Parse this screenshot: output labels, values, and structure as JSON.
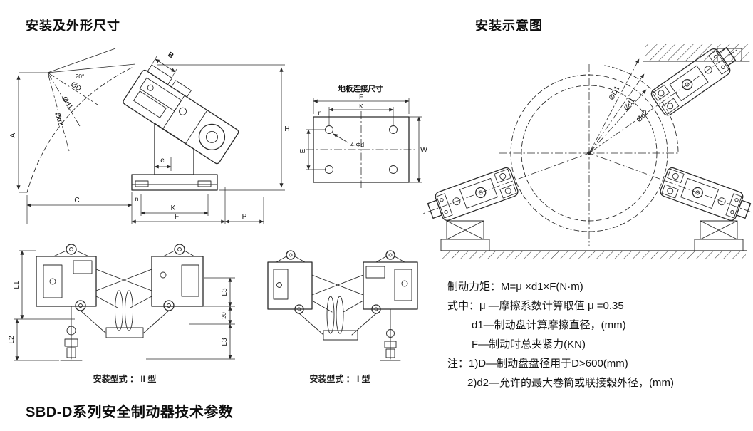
{
  "titles": {
    "left": "安装及外形尺寸",
    "right": "安装示意图",
    "bottom": "SBD-D系列安全制动器技术参数"
  },
  "main_drawing": {
    "angle_label": "20°",
    "dia_D": "ØD",
    "dia_d1": "Ød1",
    "dia_d2": "Ød2",
    "dim_A": "A",
    "dim_B": "B",
    "dim_H": "H",
    "dim_e": "e",
    "dim_n": "n",
    "dim_C": "C",
    "dim_K": "K",
    "dim_F": "F",
    "dim_P": "P"
  },
  "plate_drawing": {
    "title": "地板连接尺寸",
    "dim_F": "F",
    "dim_K": "K",
    "dim_W": "W",
    "dim_E": "E",
    "dim_n": "n",
    "holes_label": "4-Φd"
  },
  "type2_drawing": {
    "dim_L1": "L1",
    "dim_L2": "L2",
    "dim_L3_upper": "L3",
    "dim_20": "20",
    "dim_L3_lower": "L3",
    "caption": "安装型式 ： II 型"
  },
  "type1_drawing": {
    "caption": "安装型式 ： I 型"
  },
  "schematic": {
    "dia_D1": "ØD1",
    "dia_d1": "Ød1",
    "dia_d2": "Ød2"
  },
  "notes": {
    "line1": "制动力矩：M=μ ×d1×F(N·m)",
    "line2": "式中：μ —摩擦系数计算取值 μ =0.35",
    "line3": "d1—制动盘计算摩擦直径，(mm)",
    "line4": "F—制动时总夹紧力(KN)",
    "line5": "注：1)D—制动盘盘径用于D>600(mm)",
    "line6": "2)d2—允许的最大卷筒或联接毂外径，(mm)"
  },
  "colors": {
    "ink": "#2a2a2a",
    "background": "#ffffff"
  }
}
